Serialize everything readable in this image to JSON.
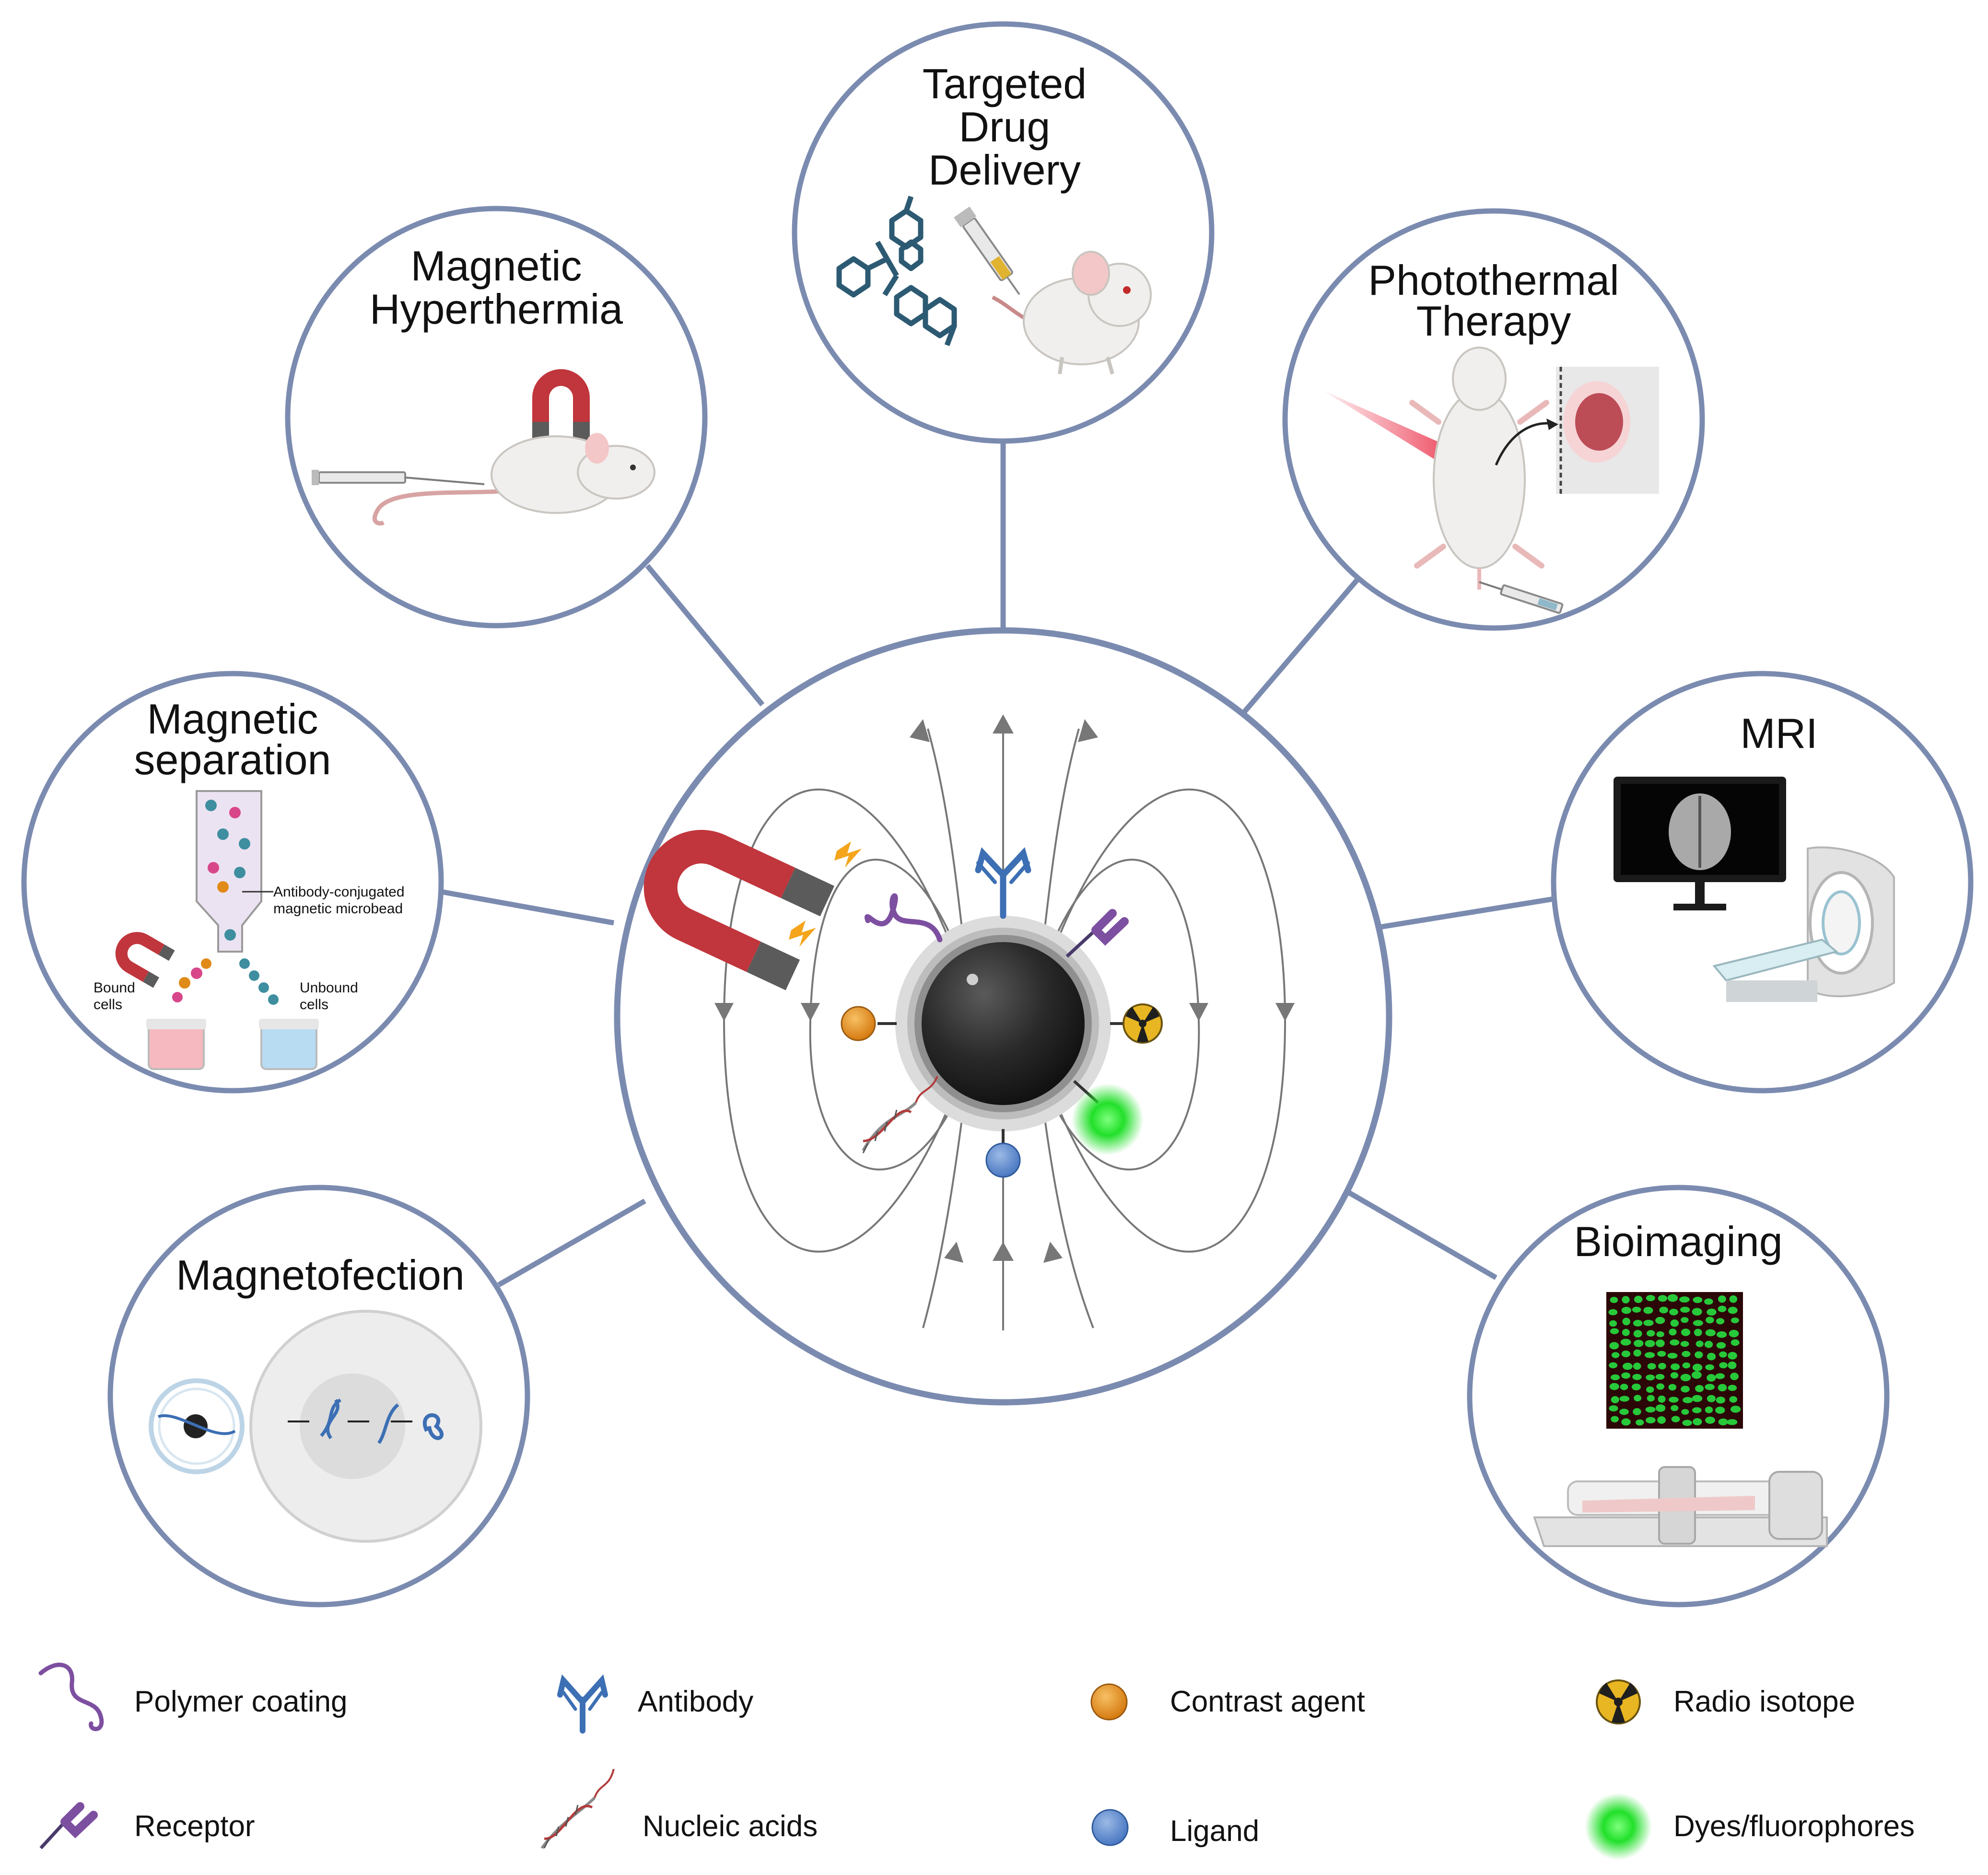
{
  "colors": {
    "circle_stroke": "#7b8bb0",
    "connector": "#7b8bb0",
    "magnet_red": "#c0363c",
    "magnet_gray": "#5b5b5b",
    "spark": "#f4a51c",
    "polymer": "#7d4fa0",
    "antibody": "#3c6fb4",
    "contrast": "#e08a18",
    "radio": "#e8b622",
    "ligand": "#5b87c9",
    "fluorophore": "#22e02a",
    "nucleic": "#b23b3b",
    "field_line": "#777777",
    "particle": "#2b2b2b",
    "molecule": "#2d5a73",
    "mouse": "#f1efed",
    "laser": "#e8132f",
    "tissue": "#b2343f"
  },
  "titles": {
    "drug_delivery": [
      "Targeted",
      "Drug",
      "Delivery"
    ],
    "hyperthermia": [
      "Magnetic",
      "Hyperthermia"
    ],
    "photothermal": [
      "Photothermal",
      "Therapy"
    ],
    "separation": [
      "Magnetic",
      "separation"
    ],
    "mri": "MRI",
    "magnetofection": "Magnetofection",
    "bioimaging": "Bioimaging"
  },
  "separation_labels": {
    "microbead": [
      "Antibody-conjugated",
      "magnetic microbead"
    ],
    "bound": [
      "Bound",
      "cells"
    ],
    "unbound": [
      "Unbound",
      "cells"
    ]
  },
  "legend": {
    "polymer": "Polymer coating",
    "antibody": "Antibody",
    "contrast": "Contrast agent",
    "radio": "Radio isotope",
    "receptor": "Receptor",
    "nucleic": "Nucleic acids",
    "ligand": "Ligand",
    "dyes": "Dyes/fluorophores"
  },
  "icons": [
    "horseshoe-magnet-icon",
    "syringe-icon",
    "mouse-icon",
    "molecule-icon",
    "laser-icon",
    "monitor-icon",
    "mri-scanner-icon",
    "radiation-icon",
    "dna-icon",
    "antibody-icon",
    "receptor-icon",
    "cell-icon",
    "microscopy-image-icon",
    "imaging-scanner-icon",
    "separation-column-icon",
    "vial-icon"
  ]
}
